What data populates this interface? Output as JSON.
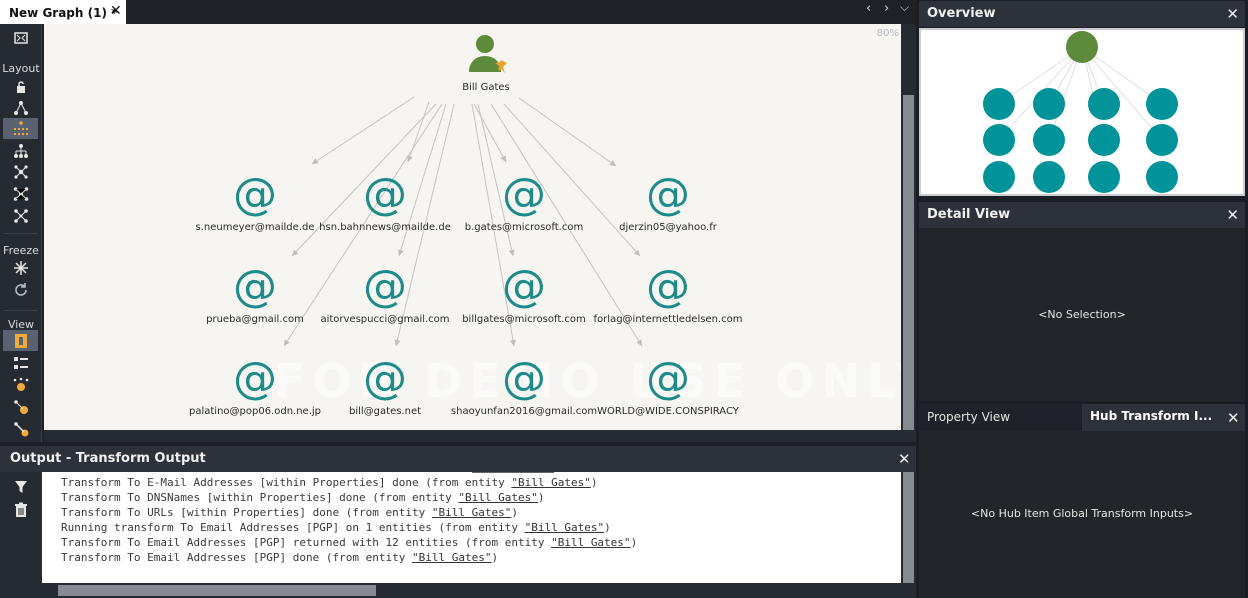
{
  "tabs": {
    "active_label": "New Graph (1) *",
    "close_glyph": "✕"
  },
  "toolbar": {
    "layout_label": "Layout",
    "freeze_label": "Freeze",
    "view_label": "View"
  },
  "graph": {
    "zoom": "80%",
    "watermark": "FOR DEMO USE ONLY",
    "root_label": "Bill Gates",
    "at_glyph": "@",
    "nodes": [
      "s.neumeyer@mailde.de",
      "hsn.bahnnews@mailde.de",
      "b.gates@microsoft.com",
      "djerzin05@yahoo.fr",
      "prueba@gmail.com",
      "aitorvespucci@gmail.com",
      "billgates@microsoft.com",
      "forlag@internettledelsen.com",
      "palatino@pop06.odn.ne.jp",
      "bill@gates.net",
      "shaoyunfan2016@gmail.com",
      "WORLD@WIDE.CONSPIRACY"
    ]
  },
  "output": {
    "title": "Output - Transform Output",
    "lines": [
      {
        "text": "Transform To E-Mail Addresses [within Properties] done (from entity ",
        "link": "\"Bill Gates\"",
        "tail": ")"
      },
      {
        "text": "Transform To DNSNames [within Properties] done (from entity ",
        "link": "\"Bill Gates\"",
        "tail": ")"
      },
      {
        "text": "Transform To URLs [within Properties] done (from entity ",
        "link": "\"Bill Gates\"",
        "tail": ")"
      },
      {
        "text": "Running transform To Email Addresses [PGP] on 1 entities (from entity ",
        "link": "\"Bill Gates\"",
        "tail": ")"
      },
      {
        "text": "Transform To Email Addresses [PGP] returned with 12 entities (from entity ",
        "link": "\"Bill Gates\"",
        "tail": ")"
      },
      {
        "text": "Transform To Email Addresses [PGP] done (from entity ",
        "link": "\"Bill Gates\"",
        "tail": ")"
      }
    ]
  },
  "panels": {
    "overview_title": "Overview",
    "detail_title": "Detail View",
    "detail_empty": "<No Selection>",
    "property_tab": "Property View",
    "hub_tab": "Hub Transform I...",
    "hub_empty": "<No Hub Item Global Transform Inputs>"
  },
  "colors": {
    "accent": "#1e8b8b",
    "person": "#5e8a3c",
    "panel_header": "#2c313a"
  }
}
